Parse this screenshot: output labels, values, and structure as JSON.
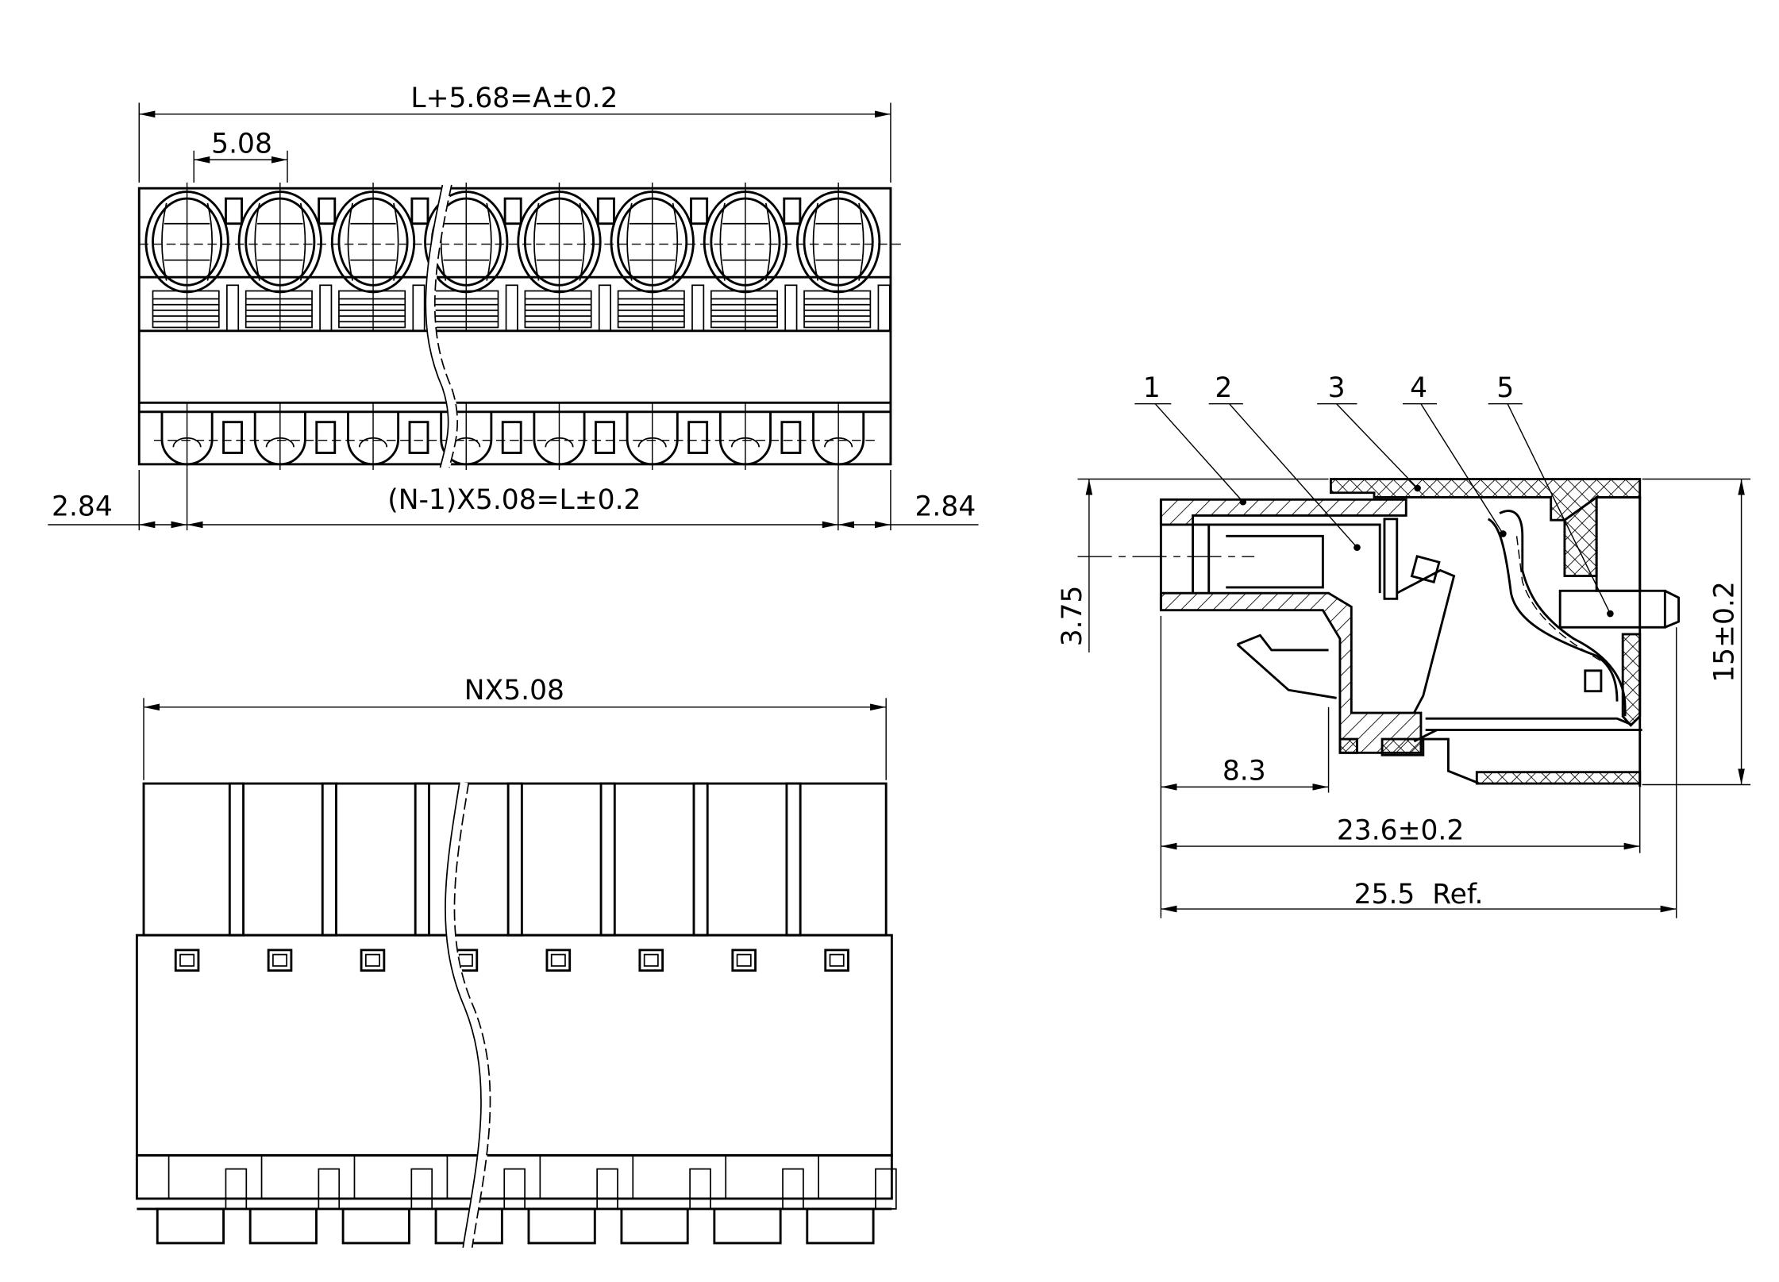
{
  "top_view": {
    "overall_dim": "L+5.68=A±0.2",
    "pitch_dim": "5.08",
    "left_margin_dim": "2.84",
    "span_dim": "(N-1)X5.08=L±0.2",
    "right_margin_dim": "2.84",
    "pin_count": 8
  },
  "bottom_view": {
    "width_dim": "NX5.08",
    "pin_count": 8
  },
  "side_view": {
    "callouts": [
      "1",
      "2",
      "3",
      "4",
      "5"
    ],
    "height_dim": "15±0.2",
    "offset_dim": "3.75",
    "depth_dim": "8.3",
    "length_dim": "23.6±0.2",
    "ref_dim": "25.5  Ref."
  }
}
